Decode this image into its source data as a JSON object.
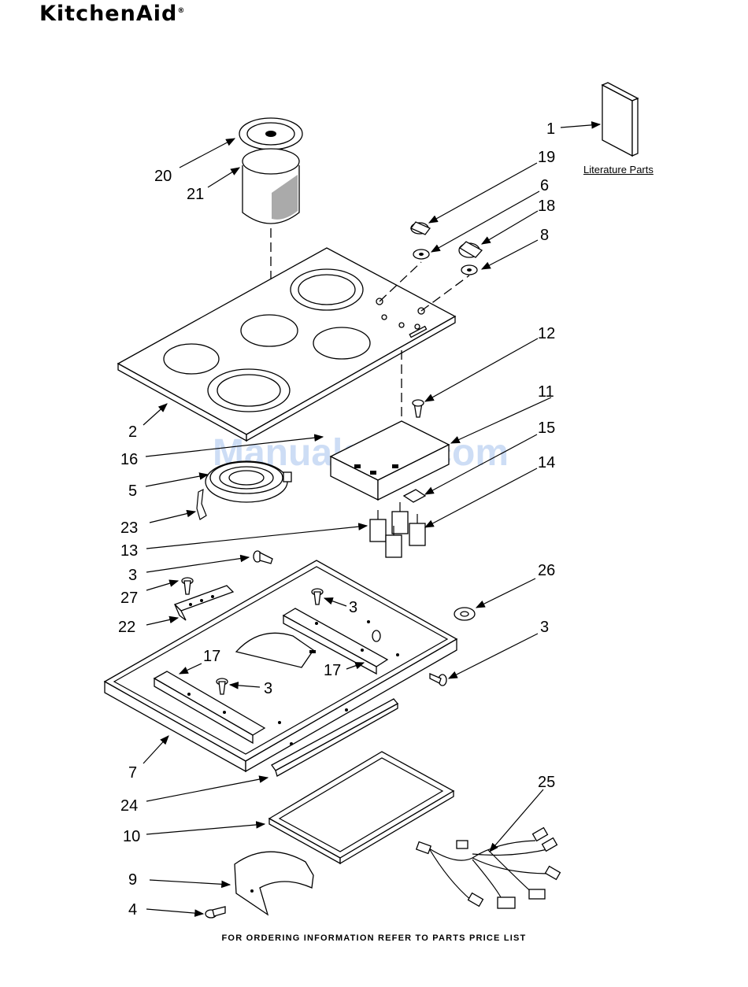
{
  "header": {
    "brand": "KitchenAid",
    "brand_mark": "®"
  },
  "literature_label": "Literature Parts",
  "footer_text": "FOR ORDERING INFORMATION REFER TO PARTS PRICE LIST",
  "watermark": "ManualsLib.com",
  "callouts": {
    "c1": "1",
    "c19": "19",
    "c6": "6",
    "c18": "18",
    "c8": "8",
    "c20": "20",
    "c21": "21",
    "c12": "12",
    "c11": "11",
    "c15": "15",
    "c14": "14",
    "c2": "2",
    "c16": "16",
    "c5": "5",
    "c23": "23",
    "c13": "13",
    "c3a": "3",
    "c27": "27",
    "c22": "22",
    "c3b": "3",
    "c26": "26",
    "c3c": "3",
    "c17a": "17",
    "c3d": "3",
    "c17b": "17",
    "c7": "7",
    "c24": "24",
    "c10": "10",
    "c25": "25",
    "c9": "9",
    "c4": "4"
  }
}
